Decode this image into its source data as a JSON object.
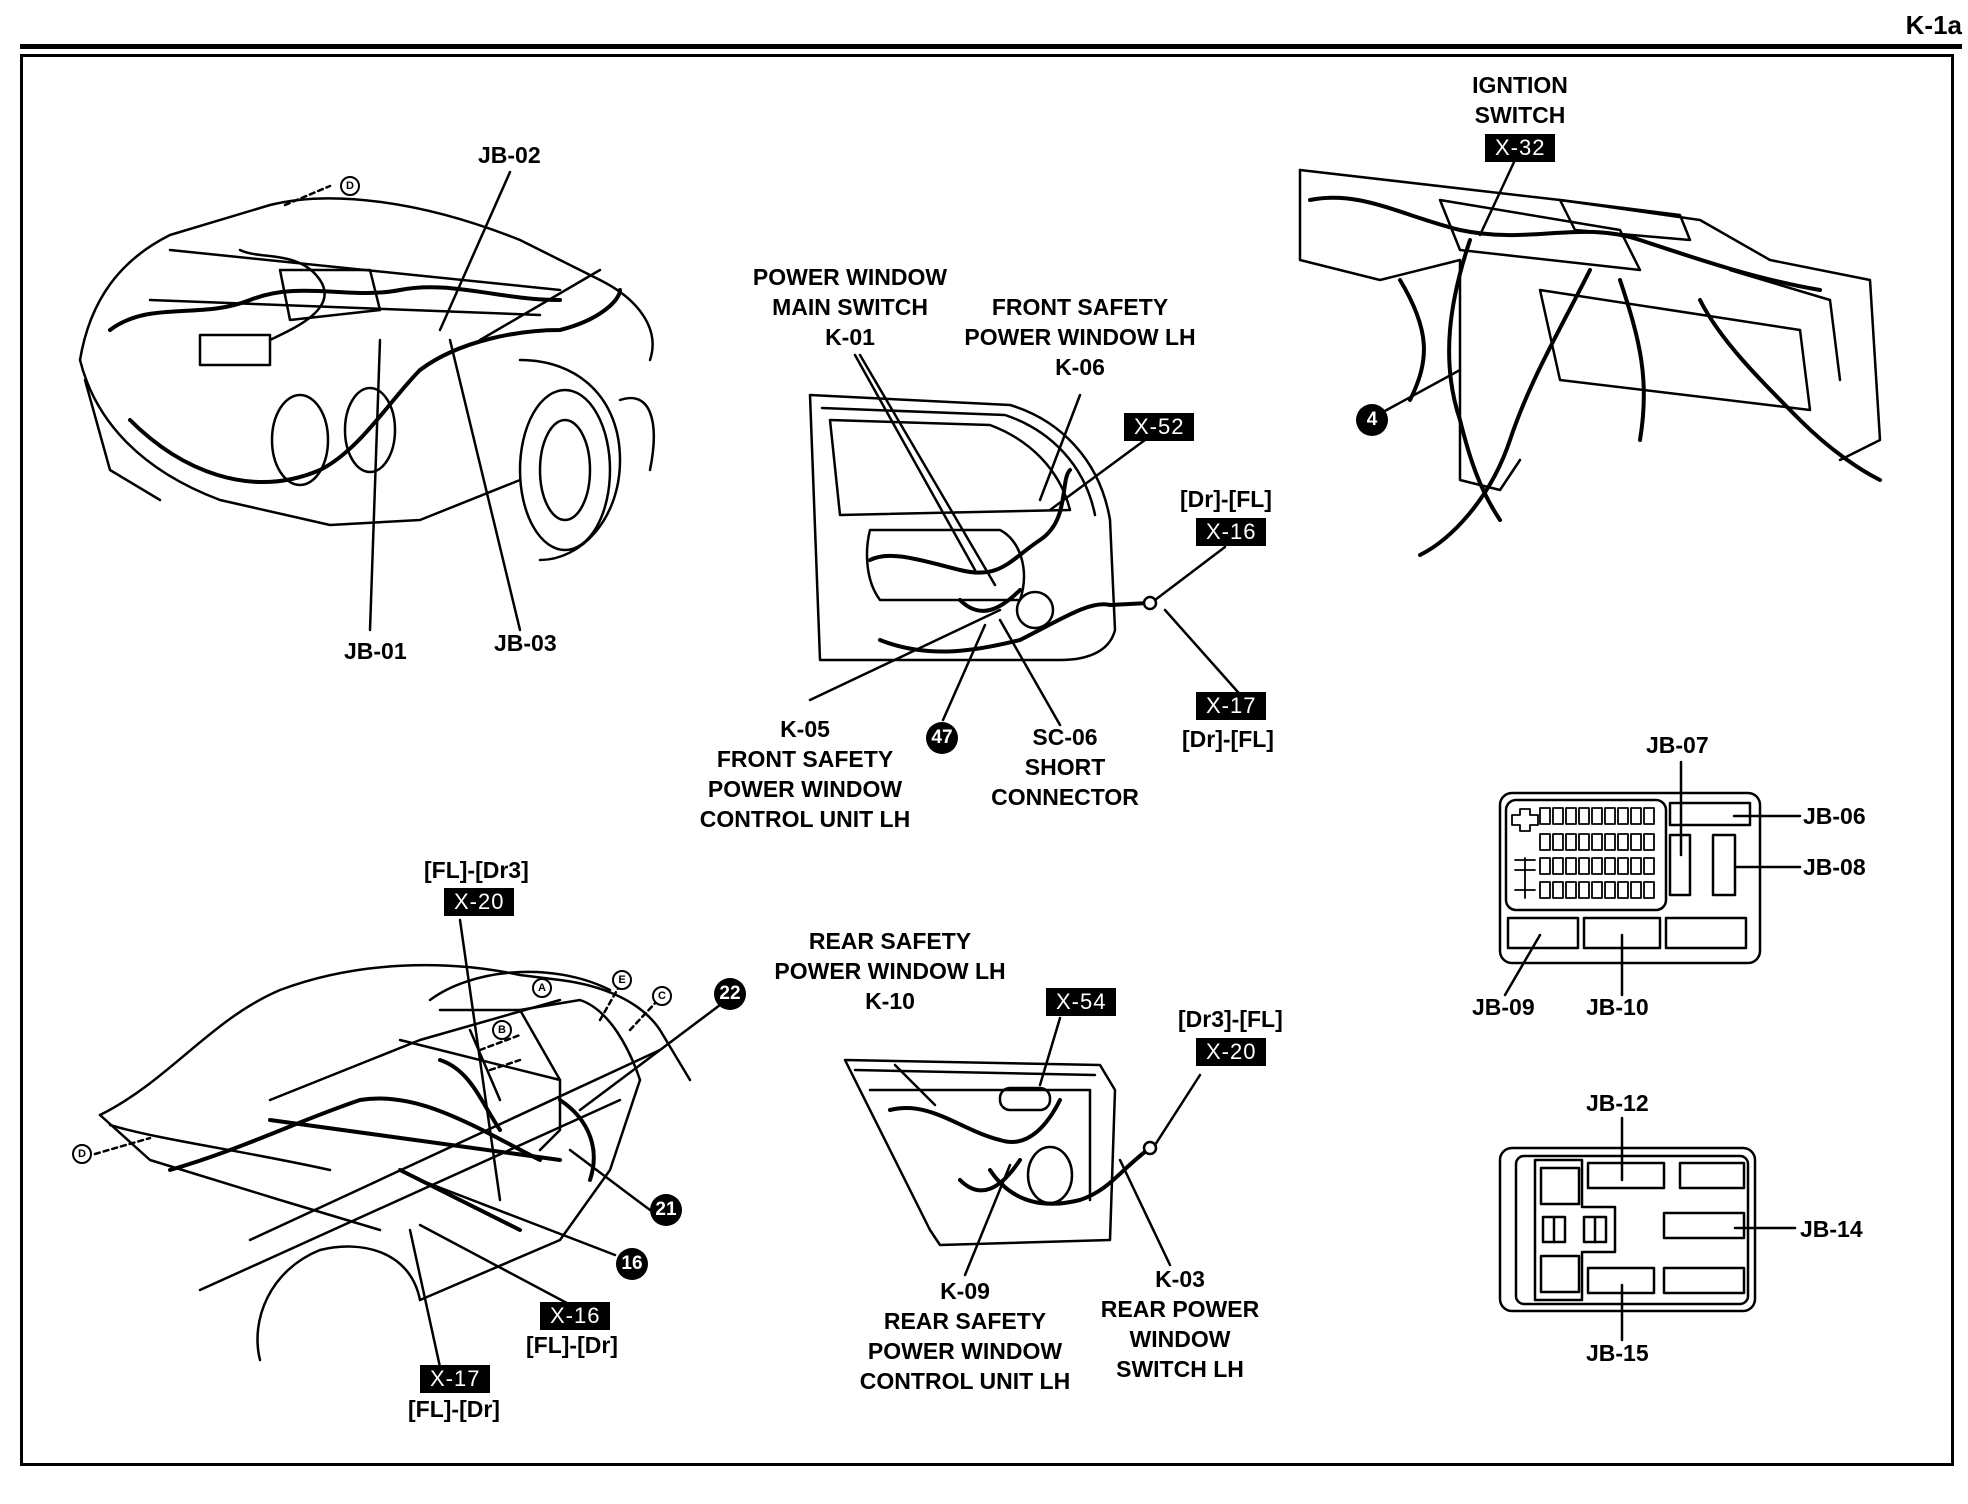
{
  "page": {
    "id": "K-1a"
  },
  "engine_bay": {
    "labels": {
      "jb02": "JB-02",
      "jb01": "JB-01",
      "jb03": "JB-03"
    },
    "ref_d": "D"
  },
  "front_door": {
    "main_switch": {
      "line1": "POWER WINDOW",
      "line2": "MAIN SWITCH",
      "code": "K-01"
    },
    "front_safety": {
      "line1": "FRONT SAFETY",
      "line2": "POWER WINDOW LH",
      "code": "K-06"
    },
    "x52": "X-52",
    "x16": {
      "code": "X-16",
      "pair": "[Dr]-[FL]"
    },
    "x17": {
      "code": "X-17",
      "pair": "[Dr]-[FL]"
    },
    "control_unit": {
      "code": "K-05",
      "line1": "FRONT SAFETY",
      "line2": "POWER WINDOW",
      "line3": "CONTROL UNIT LH"
    },
    "badge_47": "47",
    "short_connector": {
      "code": "SC-06",
      "line1": "SHORT",
      "line2": "CONNECTOR"
    }
  },
  "dashboard": {
    "ignition": {
      "line1": "IGNTION",
      "line2": "SWITCH",
      "code": "X-32"
    },
    "badge_4": "4"
  },
  "junction_box_1": {
    "labels": {
      "jb07": "JB-07",
      "jb06": "JB-06",
      "jb08": "JB-08",
      "jb09": "JB-09",
      "jb10": "JB-10"
    }
  },
  "junction_box_2": {
    "labels": {
      "jb12": "JB-12",
      "jb14": "JB-14",
      "jb15": "JB-15"
    }
  },
  "body_side": {
    "x20": {
      "pair": "[FL]-[Dr3]",
      "code": "X-20"
    },
    "badge_22": "22",
    "badge_21": "21",
    "badge_16": "16",
    "x16": {
      "code": "X-16",
      "pair": "[FL]-[Dr]"
    },
    "x17": {
      "code": "X-17",
      "pair": "[FL]-[Dr]"
    },
    "refs": {
      "a": "A",
      "b": "B",
      "c": "C",
      "d": "D",
      "e": "E"
    }
  },
  "rear_door": {
    "rear_safety": {
      "line1": "REAR SAFETY",
      "line2": "POWER WINDOW LH",
      "code": "K-10"
    },
    "x54": "X-54",
    "x20": {
      "pair": "[Dr3]-[FL]",
      "code": "X-20"
    },
    "control_unit": {
      "code": "K-09",
      "line1": "REAR SAFETY",
      "line2": "POWER WINDOW",
      "line3": "CONTROL UNIT LH"
    },
    "switch": {
      "code": "K-03",
      "line1": "REAR POWER",
      "line2": "WINDOW",
      "line3": "SWITCH LH"
    }
  }
}
